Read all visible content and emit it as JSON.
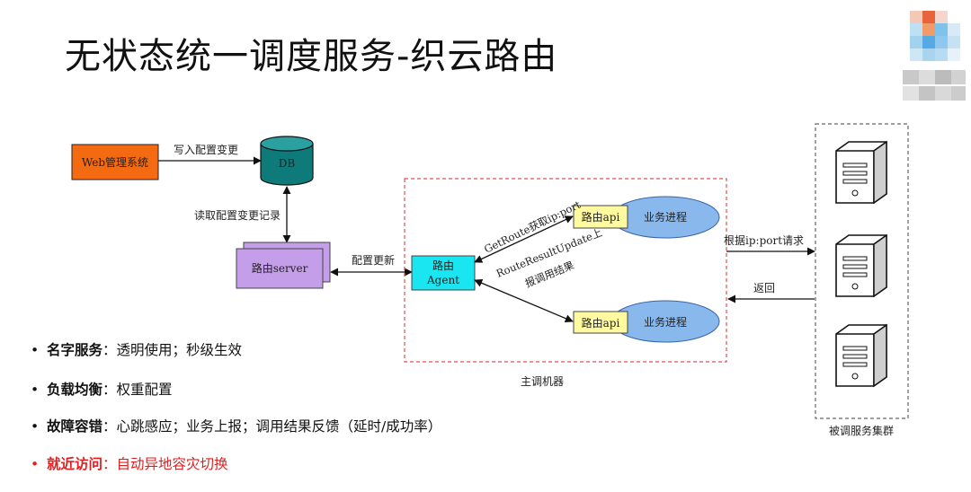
{
  "title": "无状态统一调度服务-织云路由",
  "diagram": {
    "web_mgmt": "Web管理系统",
    "write_config": "写入配置变更",
    "db": "DB",
    "read_config": "读取配置变更记录",
    "route_server": "路由server",
    "config_update": "配置更新",
    "agent_line1": "路由",
    "agent_line2": "Agent",
    "get_route": "GetRoute获取ip:port",
    "route_result_line1": "RouteResultUpdate上",
    "route_result_line2": "报调用结果",
    "route_api_top": "路由api",
    "business_process_top": "业务进程",
    "route_api_bottom": "路由api",
    "business_process_bottom": "业务进程",
    "main_machine": "主调机器",
    "request_by_ip": "根据ip:port请求",
    "return": "返回",
    "callee_cluster": "被调服务集群"
  },
  "bullets": [
    {
      "key": "名字服务",
      "sep": "：",
      "text": "透明使用；秒级生效",
      "color": "#111111"
    },
    {
      "key": "负载均衡",
      "sep": "：",
      "text": "权重配置",
      "color": "#111111"
    },
    {
      "key": "故障容错",
      "sep": "：",
      "text": "心跳感应；业务上报；调用结果反馈（延时/成功率）",
      "color": "#111111"
    },
    {
      "key": "就近访问",
      "sep": "：",
      "text": "自动异地容灾切换",
      "color": "#e02020"
    }
  ],
  "colors": {
    "web_box": "#f46a10",
    "db": "#0f7a7a",
    "server_box": "#c49ee8",
    "agent_box": "#19e6f0",
    "api_box": "#fffaa0",
    "ellipse": "#88b8ec",
    "dashed_red": "#e05050"
  }
}
